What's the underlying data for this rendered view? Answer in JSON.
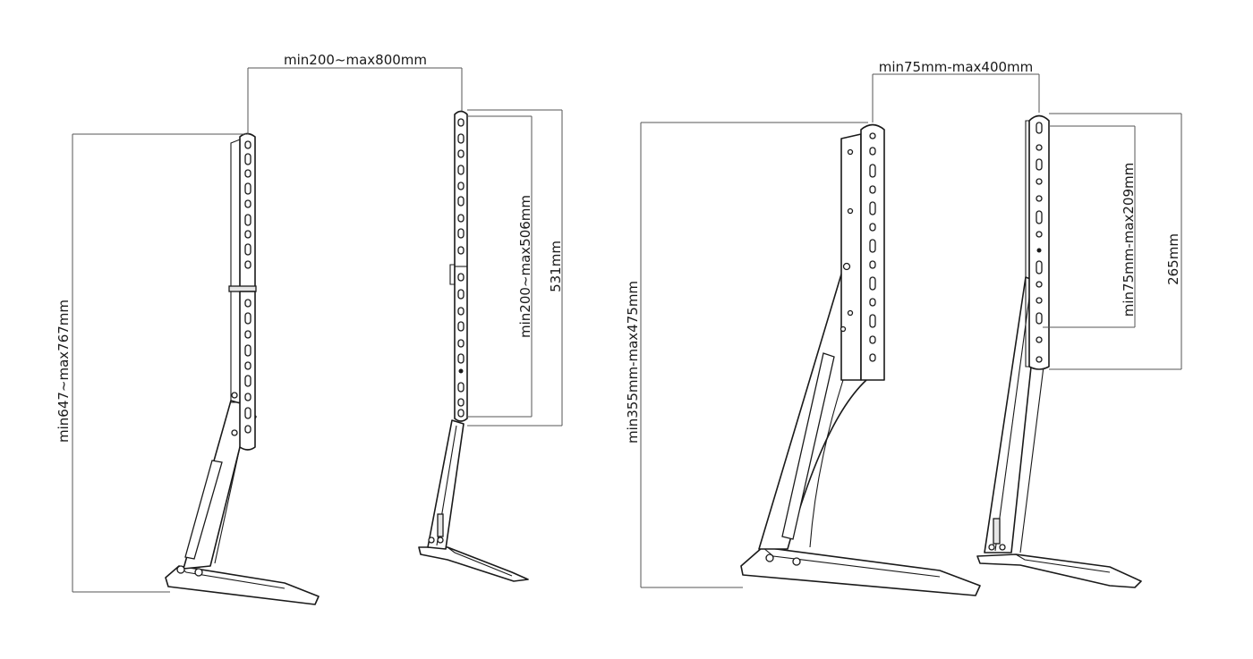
{
  "dimensions": {
    "left_width": "min200~max800mm",
    "left_height": "min647~max767mm",
    "left_vesa": "min200~max506mm",
    "left_bracket": "531mm",
    "right_width": "min75mm-max400mm",
    "right_height": "min355mm-max475mm",
    "right_vesa": "min75mm-max209mm",
    "right_bracket": "265mm"
  }
}
